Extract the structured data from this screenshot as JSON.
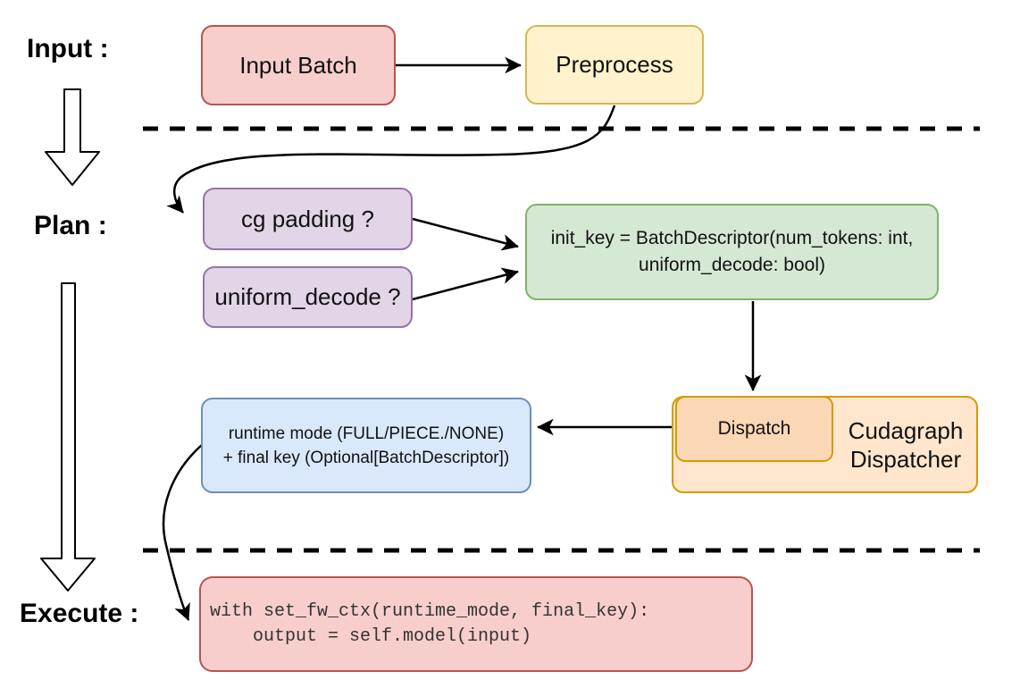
{
  "sections": {
    "input_label": "Input :",
    "plan_label": "Plan :",
    "execute_label": "Execute :"
  },
  "nodes": {
    "input_batch": {
      "label": "Input Batch"
    },
    "preprocess": {
      "label": "Preprocess"
    },
    "cg_padding": {
      "label": "cg padding ?"
    },
    "uniform_decode": {
      "label": "uniform_decode ?"
    },
    "init_key": {
      "line1": "init_key = BatchDescriptor(num_tokens: int,",
      "line2": "uniform_decode: bool)"
    },
    "dispatch": {
      "label": "Dispatch"
    },
    "cudagraph_dispatcher": {
      "line1": "Cudagraph",
      "line2": "Dispatcher"
    },
    "runtime_mode": {
      "line1": "runtime mode (FULL/PIECE./NONE)",
      "line2": "+ final key (Optional[BatchDescriptor])"
    },
    "execute_code": {
      "line1": "with set_fw_ctx(runtime_mode, final_key):",
      "line2": "    output = self.model(input)"
    }
  },
  "palette": {
    "background": "#FFFFFF",
    "red_fill": "#F8CECC",
    "red_border": "#B85450",
    "yellow_fill": "#FFF2CC",
    "yellow_border": "#D6B656",
    "purple_fill": "#E1D5E7",
    "purple_border": "#9673A6",
    "green_fill": "#D5E8D4",
    "green_border": "#82B366",
    "orange_fill": "#FFE6CC",
    "orange_inner_fill": "#FAD7B5",
    "orange_border": "#D79B00",
    "blue_fill": "#DAE8FC",
    "blue_border": "#6C8EBF",
    "connector": "#000000"
  }
}
